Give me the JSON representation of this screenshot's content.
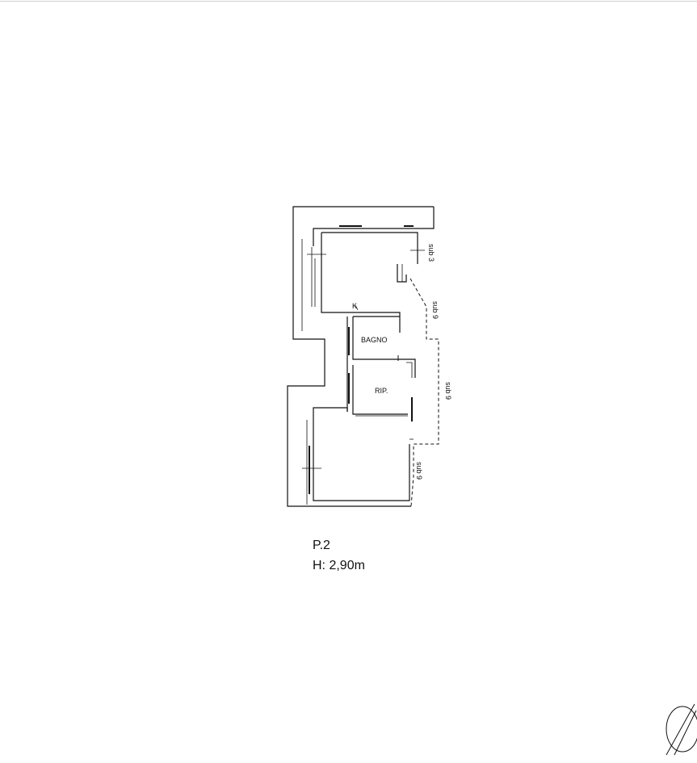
{
  "plan": {
    "rooms": [
      {
        "label": "BAGNO"
      },
      {
        "label": "RIP."
      }
    ],
    "markers": {
      "k": "K"
    },
    "neighbors": {
      "sub3": "sub 3",
      "sub9_upper": "sub 9",
      "sub9_middle": "sub 9",
      "sub9_lower": "sub 9"
    },
    "floor": "P.2",
    "height": "H: 2,90m"
  }
}
